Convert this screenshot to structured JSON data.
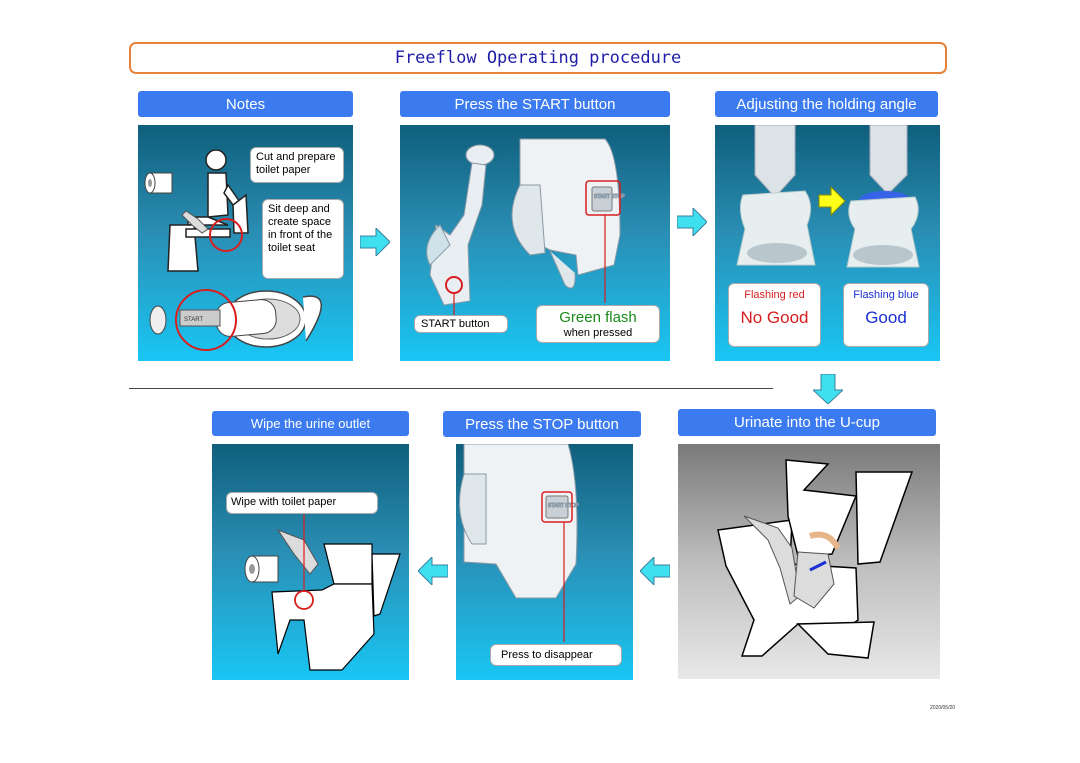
{
  "title": "Freeflow Operating procedure",
  "steps": {
    "notes": {
      "header": "Notes",
      "callout1": "Cut and prepare toilet paper",
      "callout2": "Sit deep and create space in front of the toilet seat",
      "device_label": "START"
    },
    "start": {
      "header": "Press the START button",
      "button_label": "START button",
      "flash_title": "Green flash",
      "flash_sub": "when pressed",
      "device_label": "START STOP"
    },
    "angle": {
      "header": "Adjusting the holding angle",
      "red_caption": "Flashing red",
      "red_verdict": "No Good",
      "blue_caption": "Flashing blue",
      "blue_verdict": "Good"
    },
    "urinate": {
      "header": "Urinate into the U-cup"
    },
    "stop": {
      "header": "Press the STOP button",
      "callout": "Press to disappear",
      "device_label": "START STOP"
    },
    "wipe": {
      "header": "Wipe the urine outlet",
      "callout": "Wipe with toilet paper"
    }
  },
  "footer_code": "2020/05/20",
  "colors": {
    "title_border": "#e8823a",
    "title_text": "#1e1ea8",
    "header_bg": "#3b7bef",
    "arrow": "#3ee0f0",
    "highlight": "#d81e1e",
    "green_text": "#1a8a1a",
    "red_text": "#d81e1e",
    "blue_text": "#1a2fd6"
  },
  "icons": [
    "arrow-right-icon",
    "arrow-down-icon",
    "arrow-left-icon",
    "toilet-paper-icon",
    "person-icon",
    "toilet-icon",
    "urinal-device-icon",
    "red-circle-highlight-icon"
  ]
}
